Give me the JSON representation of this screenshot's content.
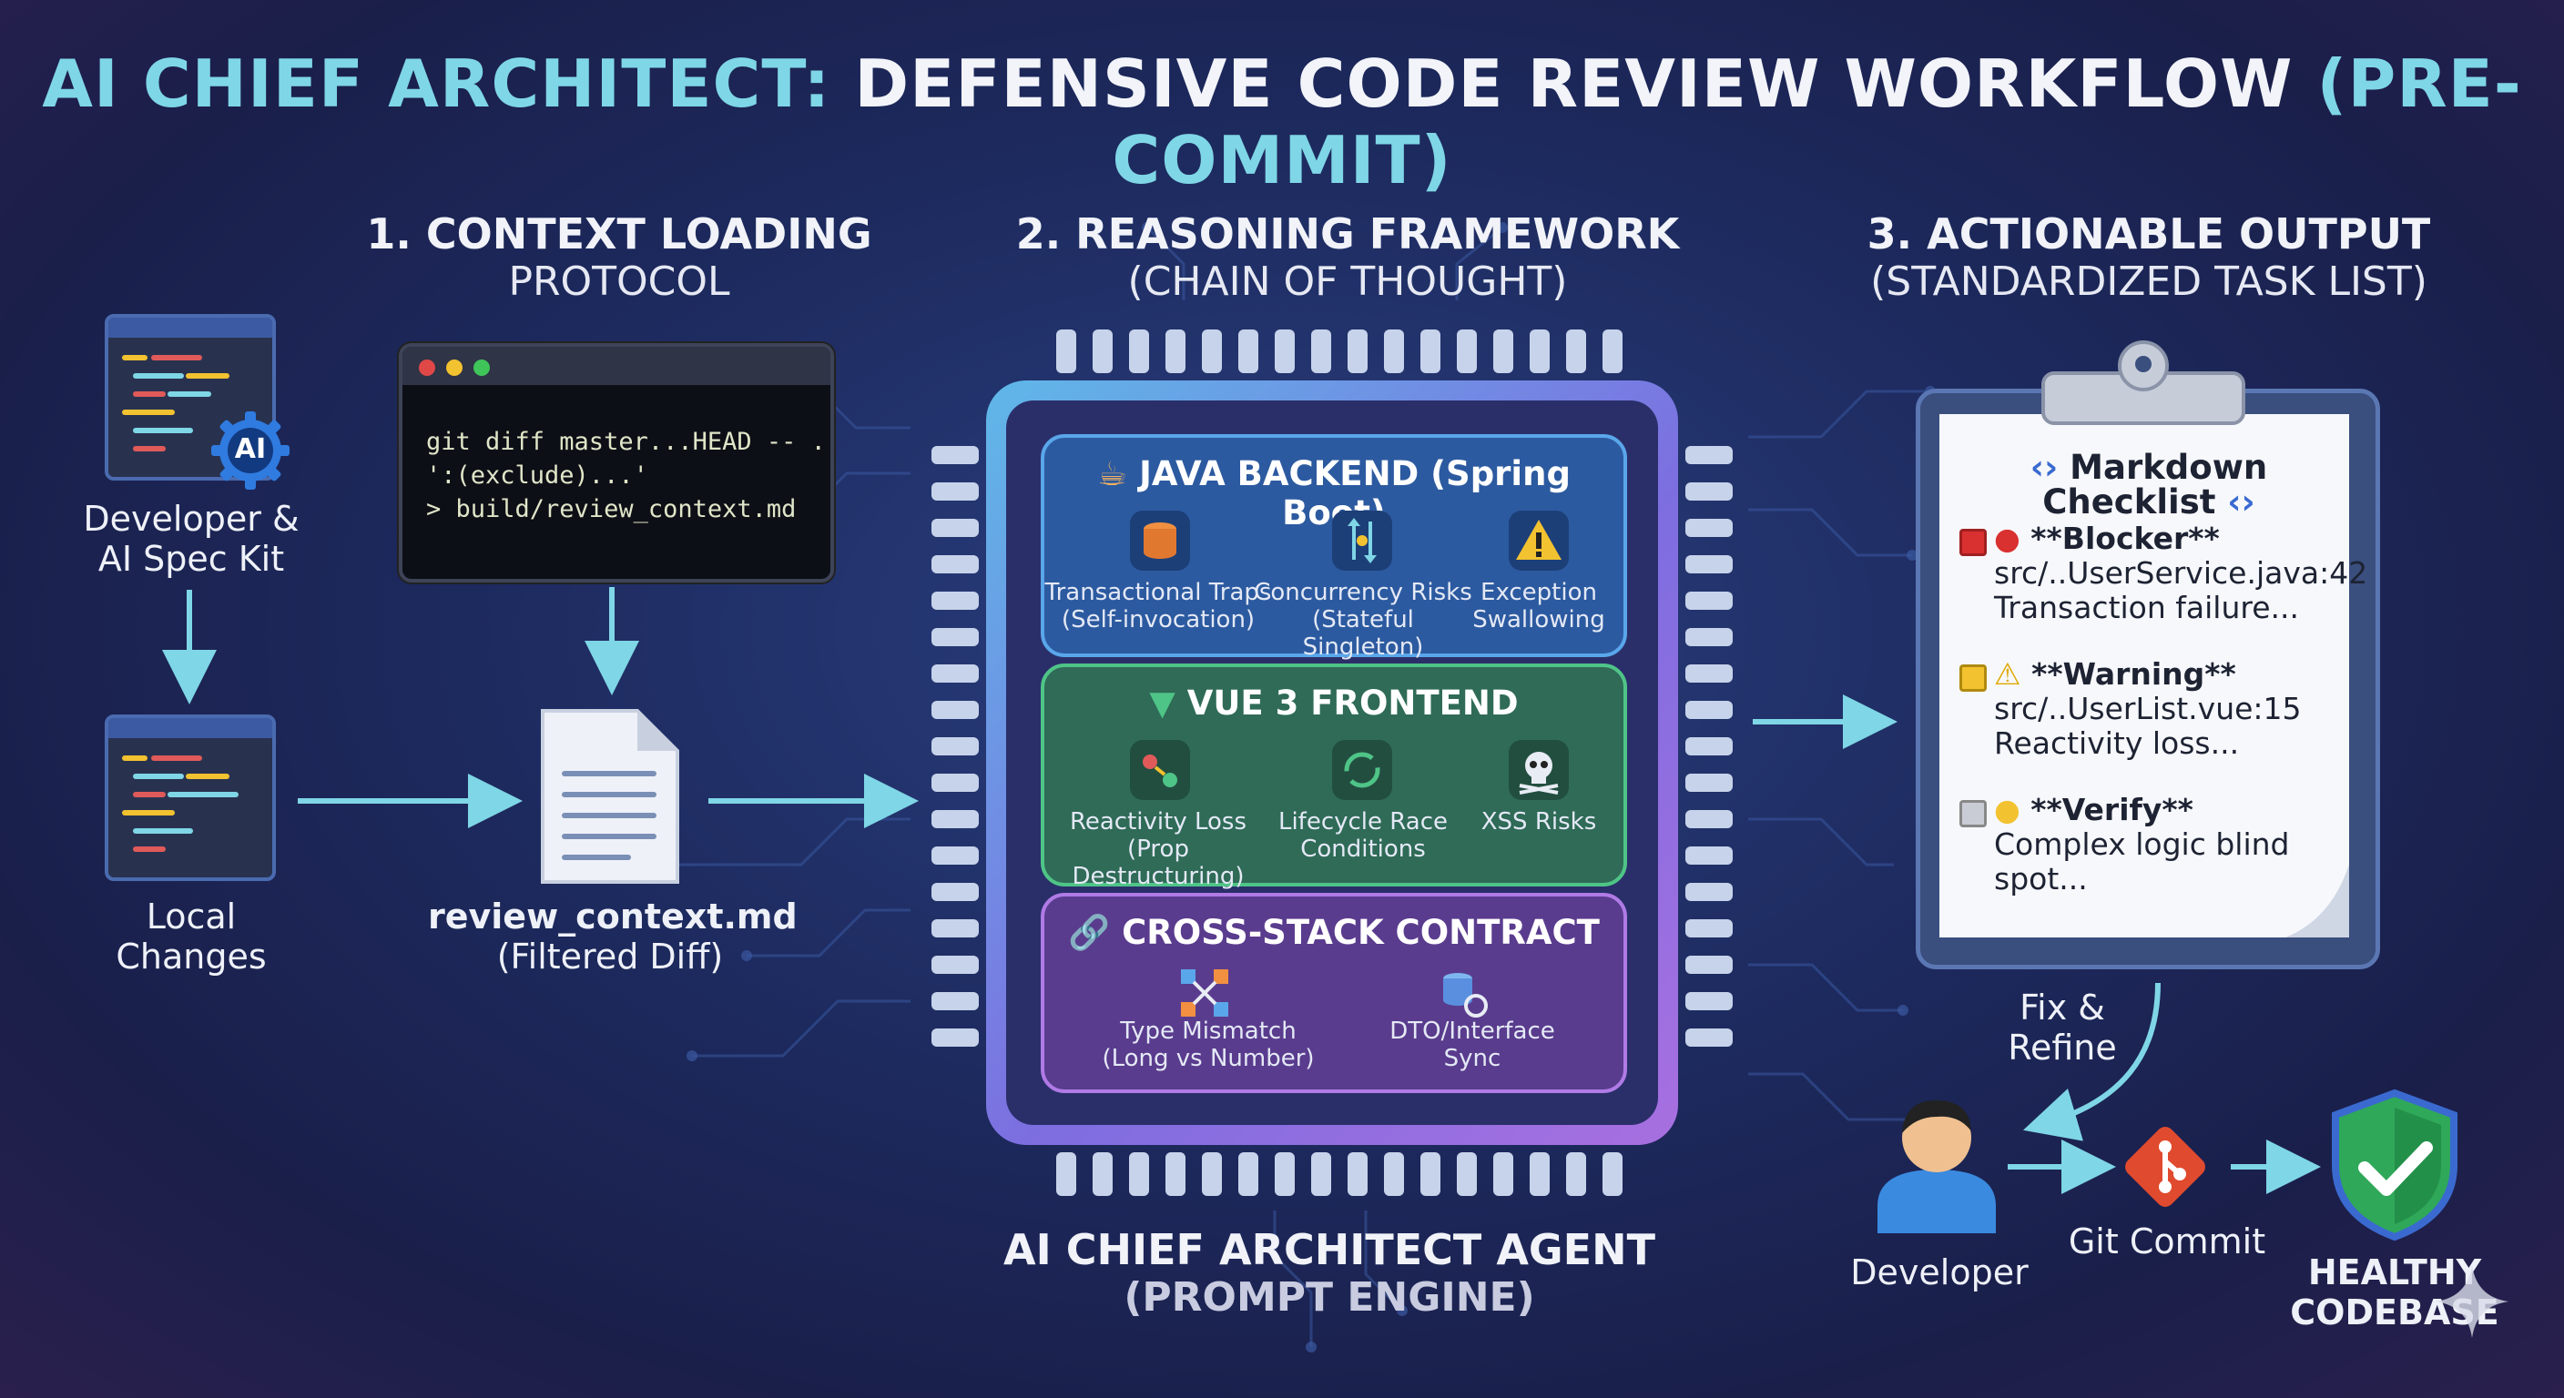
{
  "title": {
    "part1": "AI CHIEF ARCHITECT:",
    "part2": "DEFENSIVE CODE REVIEW WORKFLOW",
    "part3": "(PRE-COMMIT)"
  },
  "columns": {
    "c1": {
      "line1": "1. CONTEXT LOADING",
      "line2": "PROTOCOL"
    },
    "c2": {
      "line1": "2. REASONING FRAMEWORK",
      "line2": "(CHAIN OF THOUGHT)"
    },
    "c3": {
      "line1": "3. ACTIONABLE OUTPUT",
      "line2": "(STANDARDIZED TASK LIST)"
    }
  },
  "left": {
    "dev_label_1": "Developer &",
    "dev_label_2": "AI Spec Kit",
    "ai_badge": "AI",
    "local_1": "Local",
    "local_2": "Changes"
  },
  "terminal": {
    "line1": "git diff master...HEAD -- .",
    "line2": "':(exclude)...'",
    "line3": "> build/review_context.md"
  },
  "doc": {
    "name": "review_context.md",
    "sub": "(Filtered Diff)"
  },
  "chip": {
    "java": {
      "header": "JAVA BACKEND (Spring Boot)",
      "items": [
        {
          "l1": "Transactional Traps",
          "l2": "(Self-invocation)"
        },
        {
          "l1": "Concurrency Risks",
          "l2": "(Stateful Singleton)"
        },
        {
          "l1": "Exception",
          "l2": "Swallowing"
        }
      ]
    },
    "vue": {
      "header": "VUE 3 FRONTEND",
      "items": [
        {
          "l1": "Reactivity Loss",
          "l2": "(Prop Destructuring)"
        },
        {
          "l1": "Lifecycle Race",
          "l2": "Conditions"
        },
        {
          "l1": "XSS Risks",
          "l2": ""
        }
      ]
    },
    "cross": {
      "header": "CROSS-STACK CONTRACT",
      "items": [
        {
          "l1": "Type Mismatch",
          "l2": "(Long vs Number)"
        },
        {
          "l1": "DTO/Interface",
          "l2": "Sync"
        }
      ]
    },
    "caption1": "AI CHIEF ARCHITECT AGENT",
    "caption2": "(PROMPT ENGINE)"
  },
  "checklist": {
    "title": "Markdown Checklist",
    "items": [
      {
        "tag": "**Blocker**",
        "l1": "src/..UserService.java:42",
        "l2": "Transaction failure..."
      },
      {
        "tag": "**Warning**",
        "l1": "src/..UserList.vue:15",
        "l2": "Reactivity loss..."
      },
      {
        "tag": "**Verify**",
        "l1": "Complex logic blind spot...",
        "l2": ""
      }
    ]
  },
  "flow": {
    "fix_1": "Fix &",
    "fix_2": "Refine",
    "developer": "Developer",
    "git_commit": "Git Commit",
    "healthy_1": "HEALTHY",
    "healthy_2": "CODEBASE"
  },
  "colors": {
    "accent_cyan": "#7fd6e6",
    "java_panel": "#2c5aa0",
    "vue_panel": "#2f6b57",
    "cross_panel": "#5a3c8e",
    "blocker": "#d93030",
    "warning": "#f2c230",
    "git": "#e04a2e",
    "shield": "#2fa85a"
  }
}
